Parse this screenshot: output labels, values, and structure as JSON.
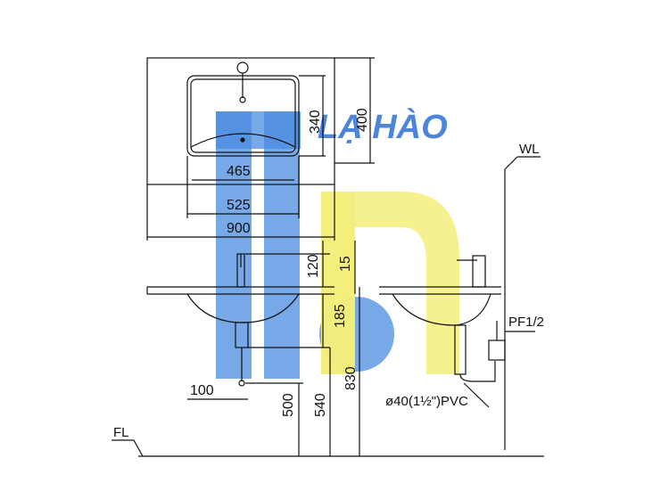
{
  "drawing": {
    "dimensions": {
      "basin_depth": "340",
      "counter_depth": "400",
      "bowl_width": "465",
      "basin_width": "525",
      "counter_width": "900",
      "faucet_height": "120",
      "deck_thickness": "15",
      "rim_to_drain": "185",
      "drain_offset": "100",
      "floor_to_drain_a": "500",
      "floor_to_drain_b": "540",
      "floor_to_rim": "830"
    },
    "labels": {
      "wall_line": "WL",
      "floor_line": "FL",
      "supply_fitting": "PF1/2",
      "waste_pipe": "ø40(1½\")PVC"
    },
    "watermark": {
      "text": "LẠ HÀO",
      "colors": {
        "blue": "#4a8be0",
        "yellow": "#f3ee7a"
      }
    }
  }
}
